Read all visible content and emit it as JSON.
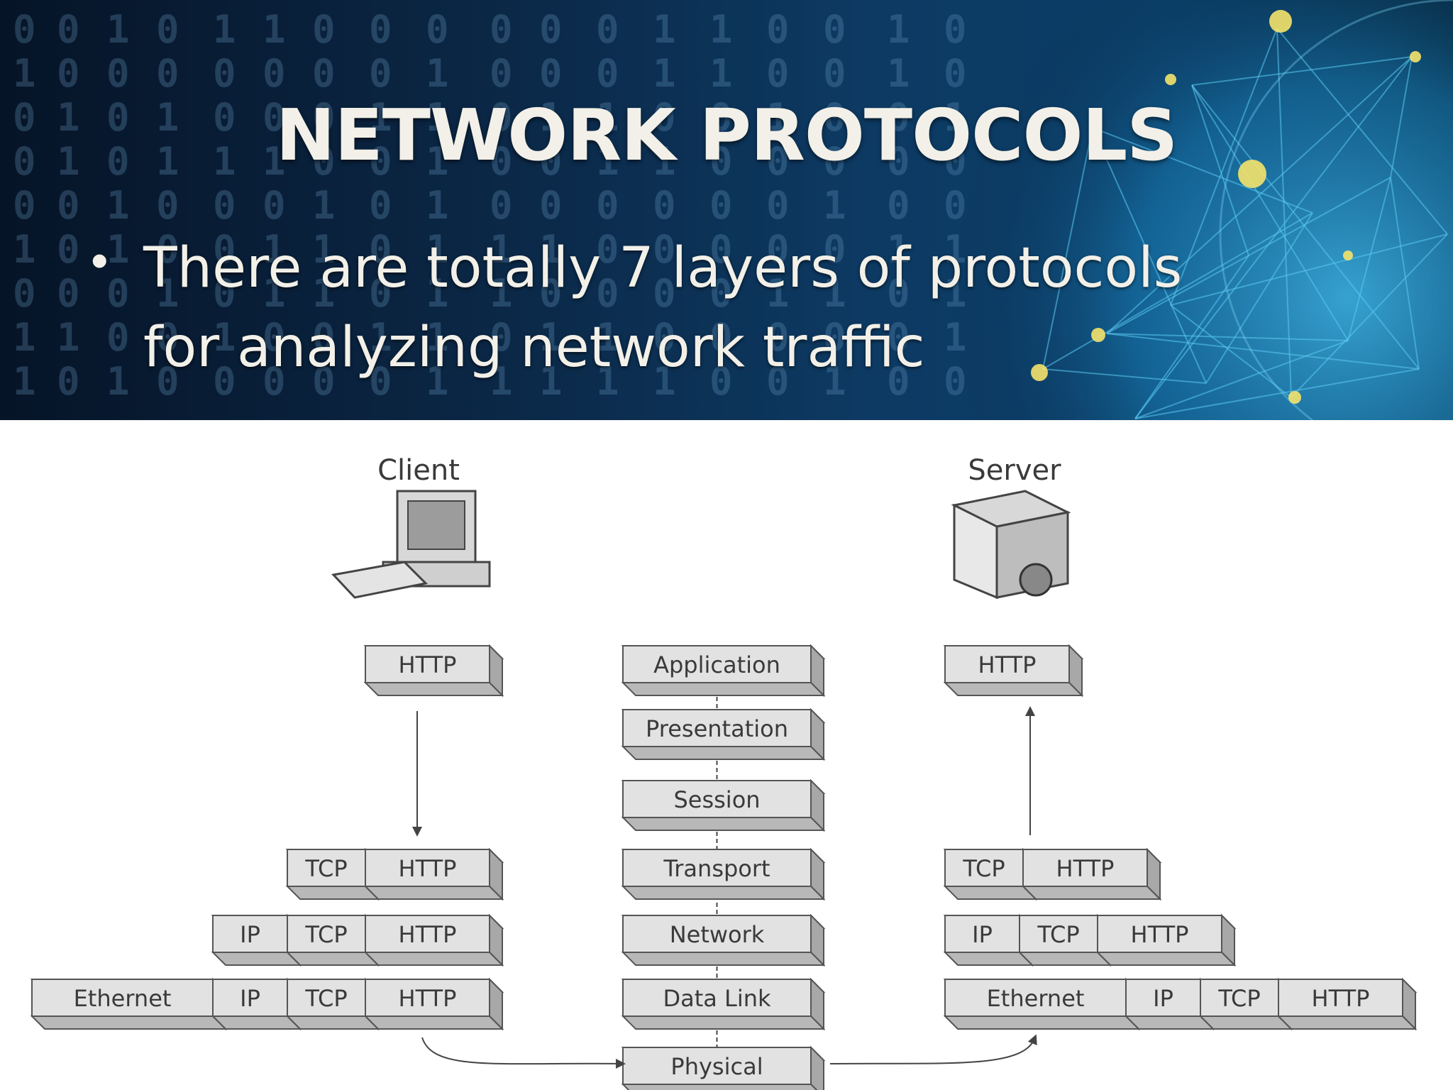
{
  "slide": {
    "title": "NETWORK PROTOCOLS",
    "bullet": "There are totally 7 layers of protocols for analyzing network traffic"
  },
  "diagram": {
    "client_label": "Client",
    "server_label": "Server",
    "client_stack": [
      [
        "HTTP"
      ],
      [
        "TCP",
        "HTTP"
      ],
      [
        "IP",
        "TCP",
        "HTTP"
      ],
      [
        "Ethernet",
        "IP",
        "TCP",
        "HTTP"
      ]
    ],
    "server_stack": [
      [
        "HTTP"
      ],
      [
        "TCP",
        "HTTP"
      ],
      [
        "IP",
        "TCP",
        "HTTP"
      ],
      [
        "Ethernet",
        "IP",
        "TCP",
        "HTTP"
      ]
    ],
    "osi_layers": [
      "Application",
      "Presentation",
      "Session",
      "Transport",
      "Network",
      "Data Link",
      "Physical"
    ]
  },
  "colors": {
    "box_face": "#e2e2e2",
    "box_side": "#a8a8a8",
    "box_top": "#cfcfcf",
    "stroke": "#555555",
    "title_text": "#f2f0e8"
  }
}
